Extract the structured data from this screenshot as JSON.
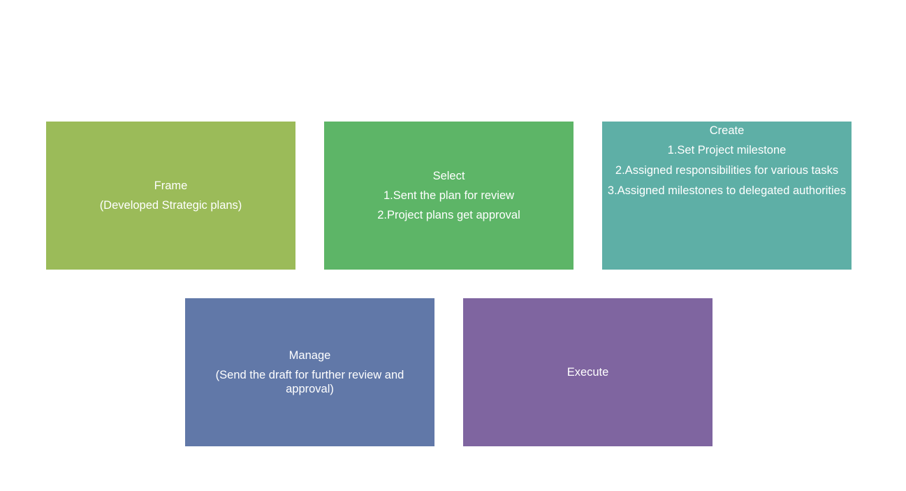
{
  "boxes": {
    "frame": {
      "title": "Frame",
      "line1": "(Developed Strategic plans)",
      "color": "#9bbb59"
    },
    "select": {
      "title": "Select",
      "line1": "1.Sent the plan for review",
      "line2": "2.Project plans get approval",
      "color": "#5db567"
    },
    "create": {
      "title": "Create",
      "line1": "1.Set Project milestone",
      "line2": "2.Assigned responsibilities for various tasks",
      "line3": "3.Assigned milestones  to delegated authorities",
      "color": "#5eafa6"
    },
    "manage": {
      "title": "Manage",
      "line1": "(Send the draft for further review and approval)",
      "color": "#6178a8"
    },
    "execute": {
      "title": "Execute",
      "color": "#7f65a0"
    }
  }
}
